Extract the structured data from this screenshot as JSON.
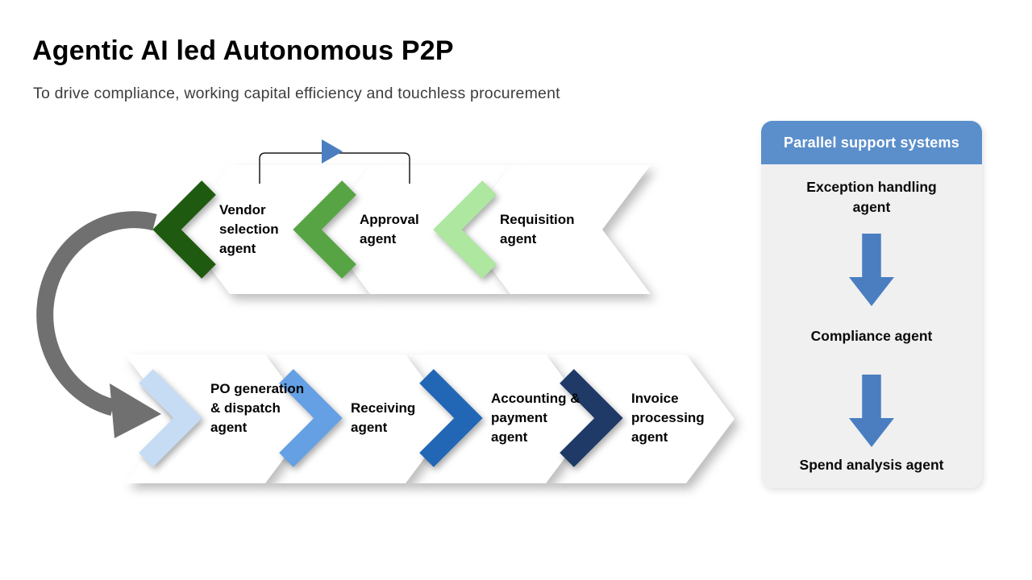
{
  "slide": {
    "title": "Agentic AI led Autonomous P2P",
    "subtitle": "To drive compliance, working capital efficiency and touchless procurement"
  },
  "flow": {
    "top_row": {
      "direction": "right-to-left",
      "steps": [
        {
          "label": "Vendor selection agent",
          "color": "#1E5B10"
        },
        {
          "label": "Approval agent",
          "color": "#57A445"
        },
        {
          "label": "Requisition agent",
          "color": "#ADE7A0"
        }
      ]
    },
    "bottom_row": {
      "direction": "left-to-right",
      "steps": [
        {
          "label": "PO generation & dispatch agent",
          "color": "#C6DCF5"
        },
        {
          "label": "Receiving agent",
          "color": "#64A0E3"
        },
        {
          "label": "Accounting & payment agent",
          "color": "#2267B5"
        },
        {
          "label": "Invoice processing agent",
          "color": "#1F3A66"
        }
      ]
    },
    "connectors": {
      "loopback_triangle_color": "#4A7EC1",
      "loop_arc_color": "#707070",
      "bracket_line_color": "#1a1a1a"
    }
  },
  "panel": {
    "header": "Parallel support systems",
    "header_color": "#5B8FCB",
    "body_color": "#F0F0F0",
    "arrow_color": "#4A7EC1",
    "items": [
      "Exception handling agent",
      "Compliance agent",
      "Spend analysis agent"
    ]
  }
}
